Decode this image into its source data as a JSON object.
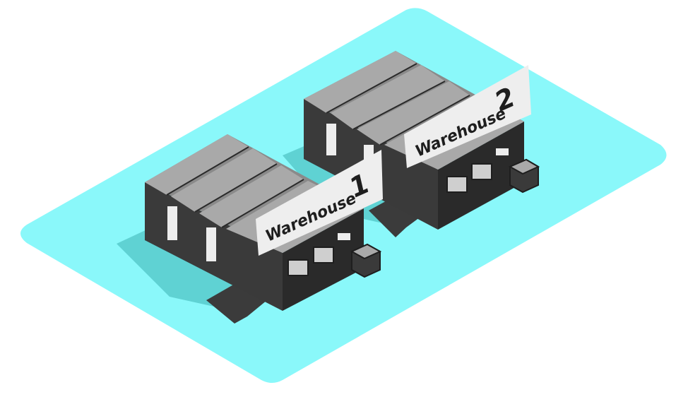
{
  "colors": {
    "ground": "#8AF8FA",
    "shadow": "#5FD2D3",
    "roof_light": "#A9A9A9",
    "roof_dark": "#8A8A8A",
    "roof_ridge": "#2A2A2A",
    "wall_dark": "#3A3A3A",
    "wall_darker": "#2A2A2A",
    "door": "#EDEDED",
    "sign": "#EEEEEE",
    "sign_shadow": "#CFCFCF",
    "road": "#3B3B3B"
  },
  "warehouses": [
    {
      "sign_word": "Warehouse",
      "sign_number": "1"
    },
    {
      "sign_word": "Warehouse",
      "sign_number": "2"
    }
  ]
}
